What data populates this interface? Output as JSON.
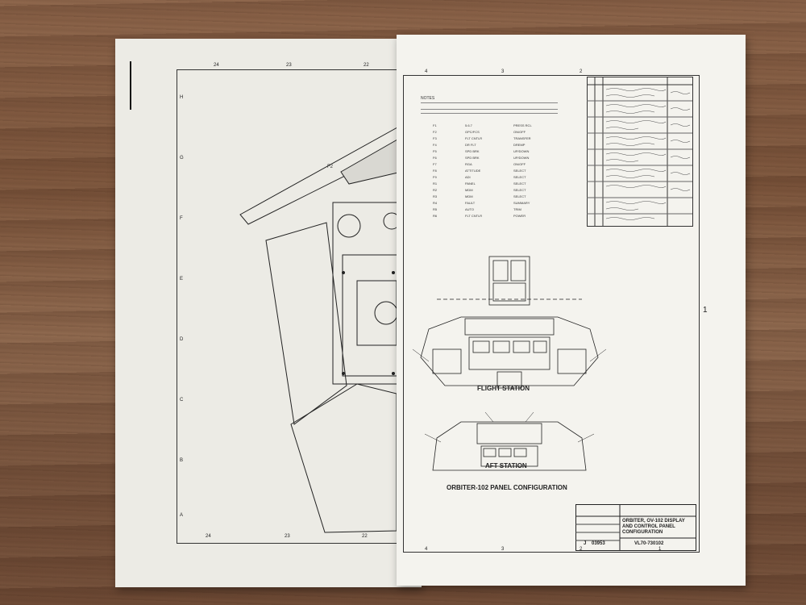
{
  "left_sheet": {
    "top_ticks": [
      "24",
      "23",
      "22"
    ],
    "bottom_ticks": [
      "24",
      "23",
      "22"
    ],
    "side_ticks": [
      "H",
      "G",
      "F",
      "E",
      "D",
      "C",
      "B",
      "A"
    ],
    "panel_label": "F2"
  },
  "right_sheet": {
    "top_ticks": [
      "4",
      "3",
      "2"
    ],
    "bottom_ticks": [
      "4",
      "3",
      "2",
      "1"
    ],
    "edge_number": "1",
    "notes_heading": "NOTES",
    "notes_table_rows": [
      [
        "F1",
        "5.6.7",
        "PRESS RCL"
      ],
      [
        "F2",
        "GPC/FCS",
        "ON/OFF"
      ],
      [
        "F3",
        "FLT CNTLR",
        "TRANSFER"
      ],
      [
        "F4",
        "DR FLT",
        "DREMP"
      ],
      [
        "F5",
        "SPD BRK",
        "UP/DOWN"
      ],
      [
        "F6",
        "SPD BRK",
        "UP/DOWN"
      ],
      [
        "F7",
        "RGA",
        "ON/OFF"
      ],
      [
        "F8",
        "ATTITUDE",
        "SELECT"
      ],
      [
        "F9",
        "ADI",
        "SELECT"
      ],
      [
        "R1",
        "PANEL",
        "SELECT"
      ],
      [
        "R2",
        "MDM",
        "SELECT"
      ],
      [
        "R3",
        "MDM",
        "SELECT"
      ],
      [
        "R4",
        "FAULT",
        "SUMMARY"
      ],
      [
        "R5",
        "AUTO",
        "TRIM"
      ],
      [
        "R6",
        "FLT CNTLR",
        "POWER"
      ]
    ],
    "flight_station_label": "FLIGHT STATION",
    "aft_station_label": "AFT STATION",
    "config_title": "ORBITER-102 PANEL CONFIGURATION",
    "title_block": {
      "title_line1": "ORBITER, OV-102 DISPLAY",
      "title_line2": "AND CONTROL PANEL",
      "title_line3": "CONFIGURATION",
      "code": "03953",
      "drawing_no": "VL70-730102",
      "size": "J"
    }
  }
}
